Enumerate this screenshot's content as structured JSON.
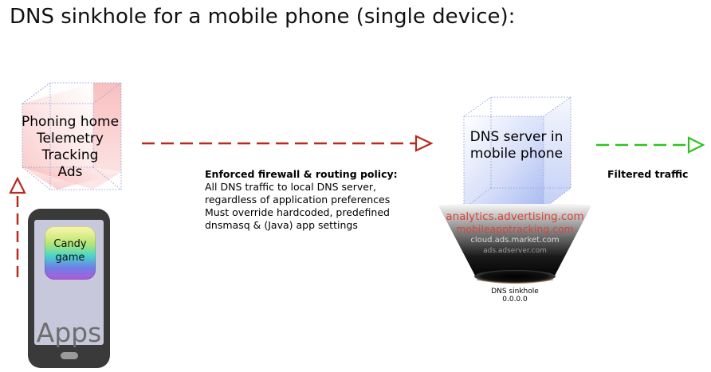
{
  "title": "DNS sinkhole for a mobile phone (single device):",
  "phone": {
    "app_icon_label": "Candy\ngame",
    "apps_label": "Apps"
  },
  "left_cube": {
    "lines": [
      "Phoning home",
      "Telemetry",
      "Tracking",
      "Ads"
    ]
  },
  "policy": {
    "heading": "Enforced firewall & routing policy:",
    "lines": [
      "All DNS traffic to local DNS server,",
      "regardless of application preferences",
      "Must override hardcoded, predefined",
      "dnsmasq & (Java) app settings"
    ]
  },
  "dns_cube": {
    "lines": [
      "DNS server in",
      "mobile phone"
    ]
  },
  "filtered": "Filtered traffic",
  "sinkhole": {
    "domains": [
      "analytics.advertising.com",
      "mobileapptracking.com",
      "cloud.ads.market.com",
      "ads.adserver.com"
    ],
    "label": "DNS sinkhole",
    "address": "0.0.0.0"
  },
  "colors": {
    "red_arrow": "#b82a1e",
    "green_arrow": "#2ec21e",
    "left_cube_tint": "#f7a0a0",
    "dns_cube_tint": "#9fb4f2",
    "domain_red": "#d6453a"
  }
}
